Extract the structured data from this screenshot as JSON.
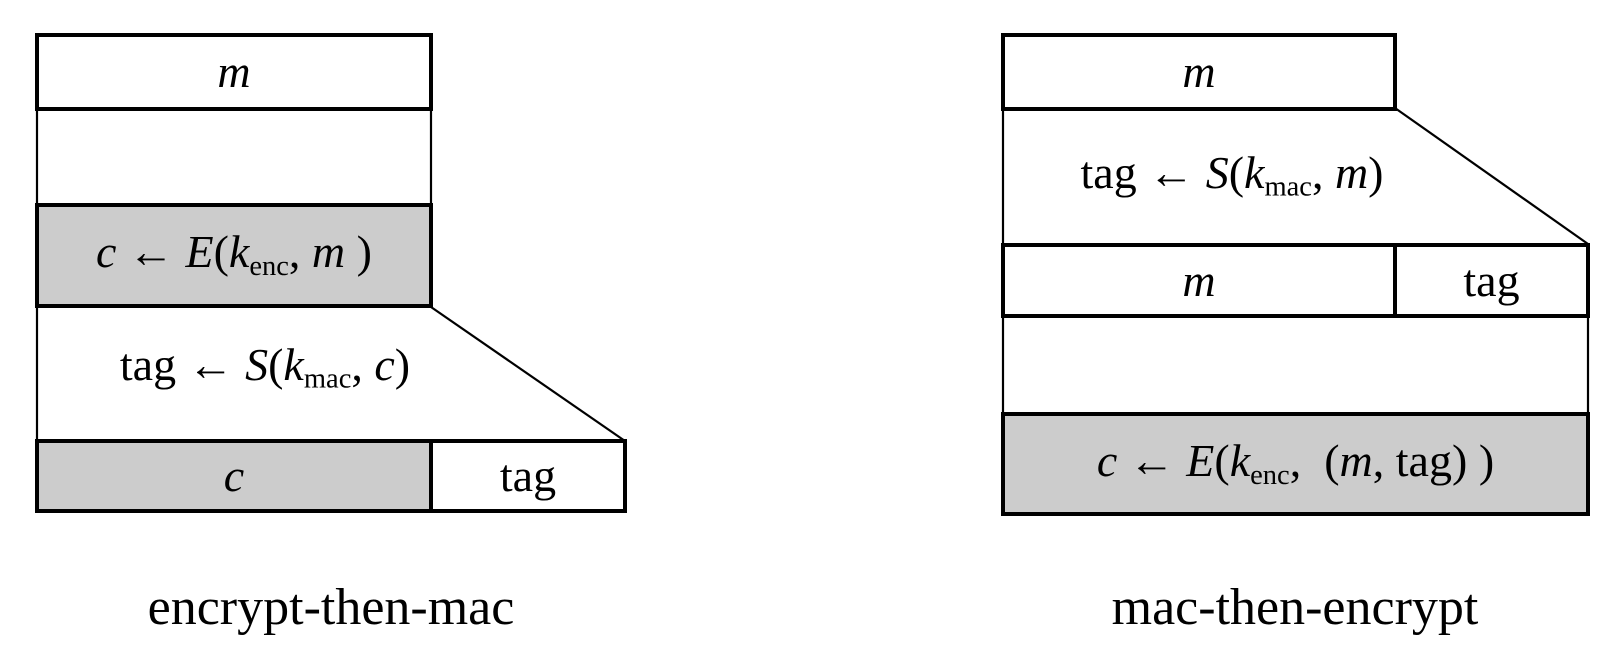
{
  "colors": {
    "fill_gray": "#cccccc",
    "fill_white": "#ffffff",
    "stroke": "#000000"
  },
  "left_diagram": {
    "caption": "encrypt-then-mac",
    "message_box_label": "m",
    "encrypt_formula": {
      "lhs": "c",
      "arrow": " ← ",
      "fn": "E",
      "open": "(",
      "k": "k",
      "ksub": "enc",
      "sep": ", ",
      "arg": "m",
      "close": " )"
    },
    "mac_formula": {
      "lhs": "tag",
      "arrow": " ← ",
      "fn": "S",
      "open": "(",
      "k": "k",
      "ksub": "mac",
      "sep": ", ",
      "arg": "c",
      "close": ")"
    },
    "ciphertext_box_label": "c",
    "tag_box_label": "tag"
  },
  "right_diagram": {
    "caption": "mac-then-encrypt",
    "message_box_label": "m",
    "mac_formula": {
      "lhs": "tag",
      "arrow": " ← ",
      "fn": "S",
      "open": "(",
      "k": "k",
      "ksub": "mac",
      "sep": ", ",
      "arg": "m",
      "close": ")"
    },
    "row_message_box_label": "m",
    "row_tag_box_label": "tag",
    "encrypt_formula": {
      "lhs": "c",
      "arrow": " ← ",
      "fn": "E",
      "open": "(",
      "k": "k",
      "ksub": "enc",
      "sep": ",  ",
      "argopen": "(",
      "argm": "m",
      "argsep": ", ",
      "argtag": "tag",
      "argclose": ")",
      "close": " )"
    }
  }
}
